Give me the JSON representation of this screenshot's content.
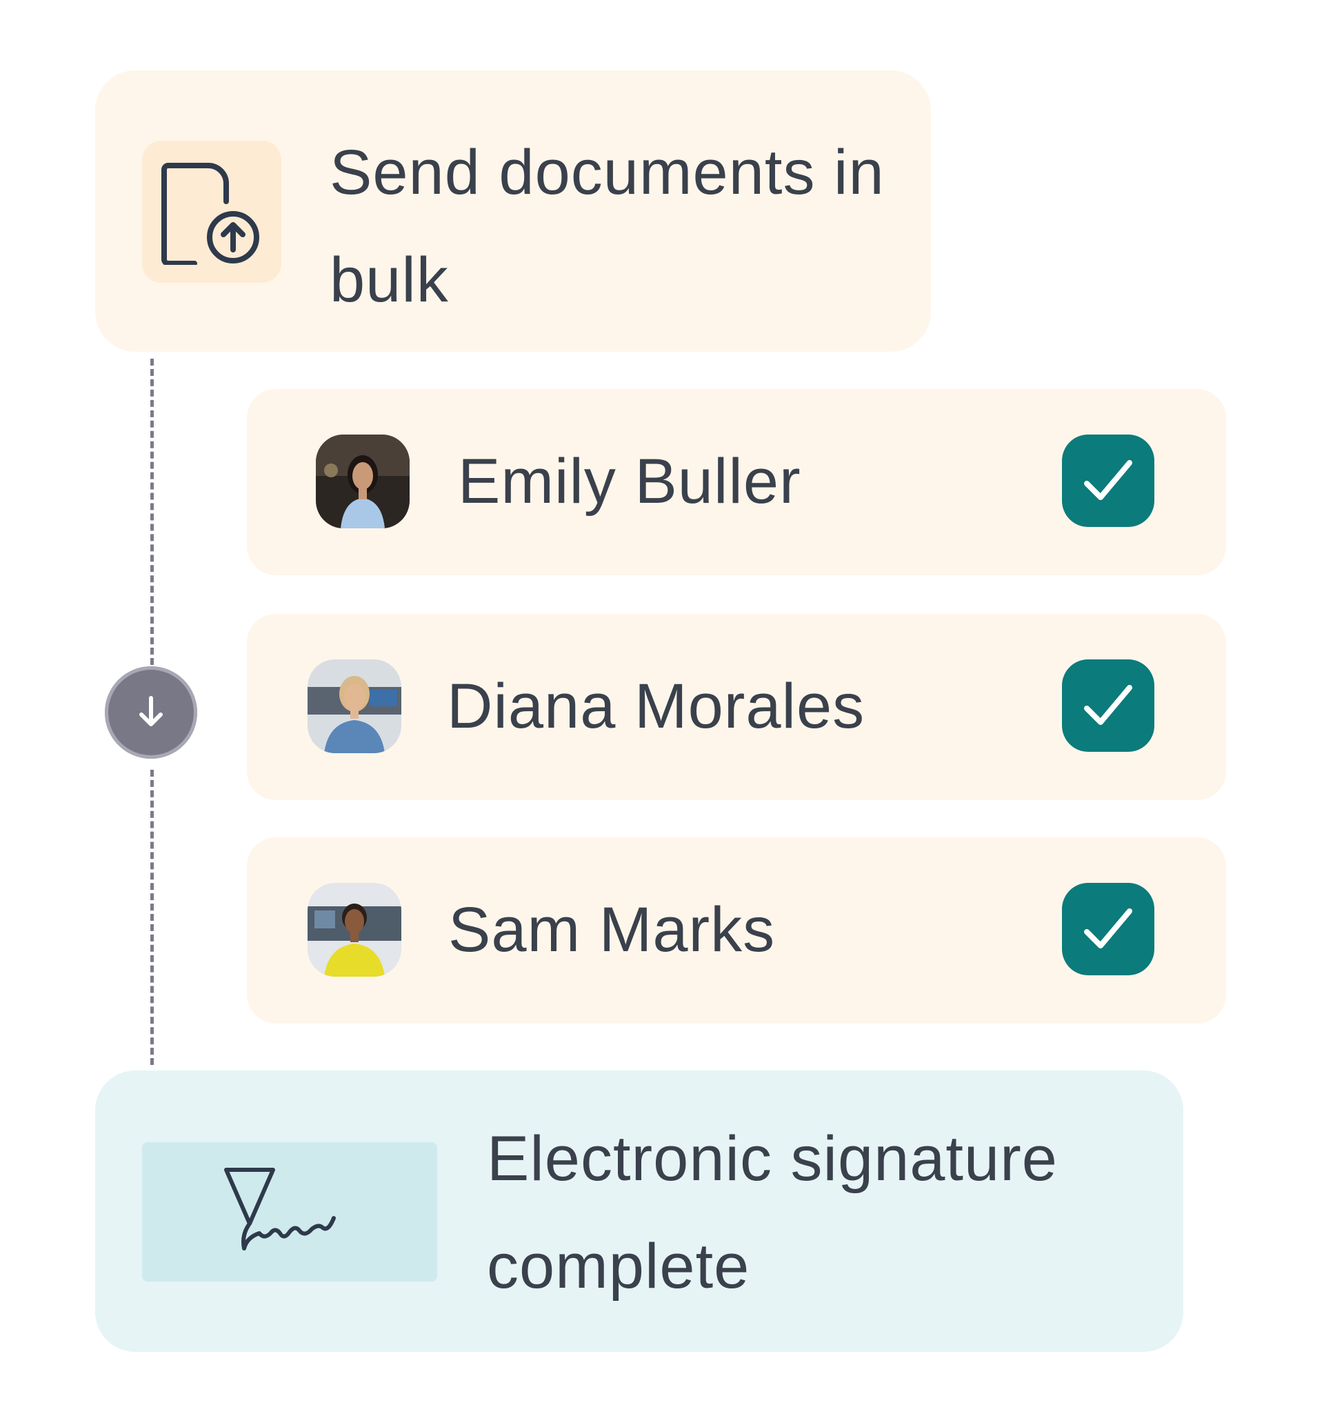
{
  "bulk_send": {
    "title": "Send documents in bulk",
    "icon": "file-upload-icon"
  },
  "recipients": [
    {
      "name": "Emily Buller",
      "signed": true
    },
    {
      "name": "Diana Morales",
      "signed": true
    },
    {
      "name": "Sam Marks",
      "signed": true
    }
  ],
  "completion": {
    "title": "Electronic signature complete",
    "icon": "signature-icon"
  },
  "colors": {
    "card_bg": "#fef6ea",
    "completion_bg": "#e6f4f5",
    "check_bg": "#0b7b7b",
    "knob_bg": "#797887",
    "text": "#3a414c"
  }
}
